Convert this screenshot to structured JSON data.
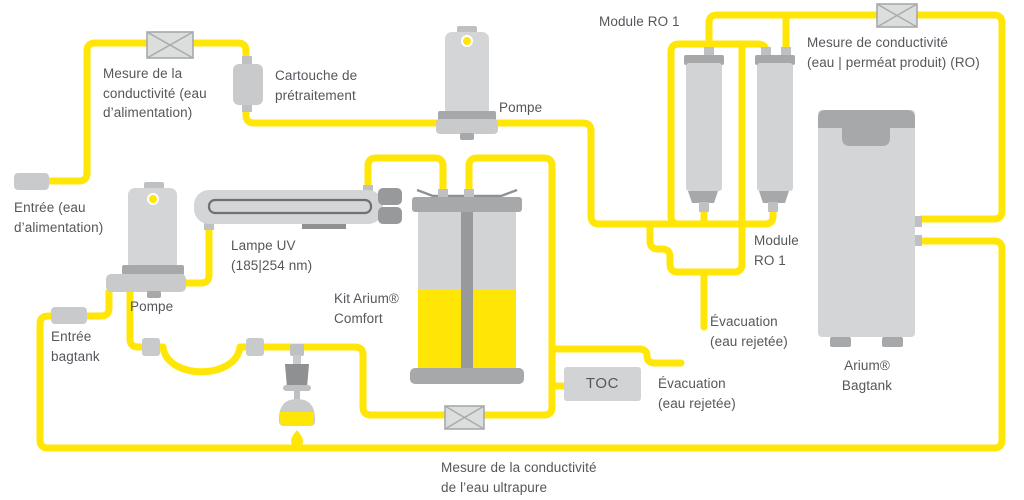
{
  "colors": {
    "tube_yellow": "#FFE606",
    "light_gray": "#D4D5D6",
    "mid_gray": "#C9CACB",
    "cap_gray": "#A6A8AA",
    "dark_gray": "#8E9092",
    "col_gray": "#D2D3D4",
    "stub_gray": "#BFC0C2",
    "knob_gray": "#97999B",
    "sensor_fill": "#DCDDDD",
    "sensor_stroke": "#A7A9AB",
    "text_color": "#54575B",
    "lamp_tube": "#6E7073",
    "background": "#FFFFFF"
  },
  "labels": {
    "feed_conductivity": "Mesure de la\nconductivité (eau\nd’alimentation)",
    "pretreat_cartridge": "Cartouche de\nprétraitement",
    "feed_inlet": "Entrée (eau\nd’alimentation)",
    "pump1": "Pompe",
    "module_ro1_top": "Module RO 1",
    "ro_conductivity": "Mesure de conductivité\n(eau | perméat produit) (RO)",
    "uv_lamp": "Lampe UV\n(185|254 nm)",
    "pump2": "Pompe",
    "kit_arium": "Kit Arium®\nComfort",
    "module_ro1_side": "Module\nRO 1",
    "evac_ro": "Évacuation\n(eau rejetée)",
    "bagtank_inlet": "Entrée\nbagtank",
    "toc": "TOC",
    "evac_toc": "Évacuation\n(eau rejetée)",
    "bagtank": "Arium®\nBagtank",
    "ultrapure_conductivity": "Mesure de la conductivité\nde l’eau ultrapure"
  },
  "components": [
    "conductivity-sensor (feed water)",
    "pretreatment-cartridge",
    "feed-inlet-connector",
    "pump (feed)",
    "RO-module column 1",
    "RO-module column 2",
    "conductivity-sensor (RO permeate)",
    "UV-lamp 185|254 nm",
    "pump (recirculation)",
    "kit-arium-comfort cartridge pair",
    "TOC-monitor",
    "conductivity-sensor (ultrapure water)",
    "bagtank-inlet-connector",
    "arium-bagtank",
    "dispense-tap with droplet",
    "tube-connector x2"
  ]
}
